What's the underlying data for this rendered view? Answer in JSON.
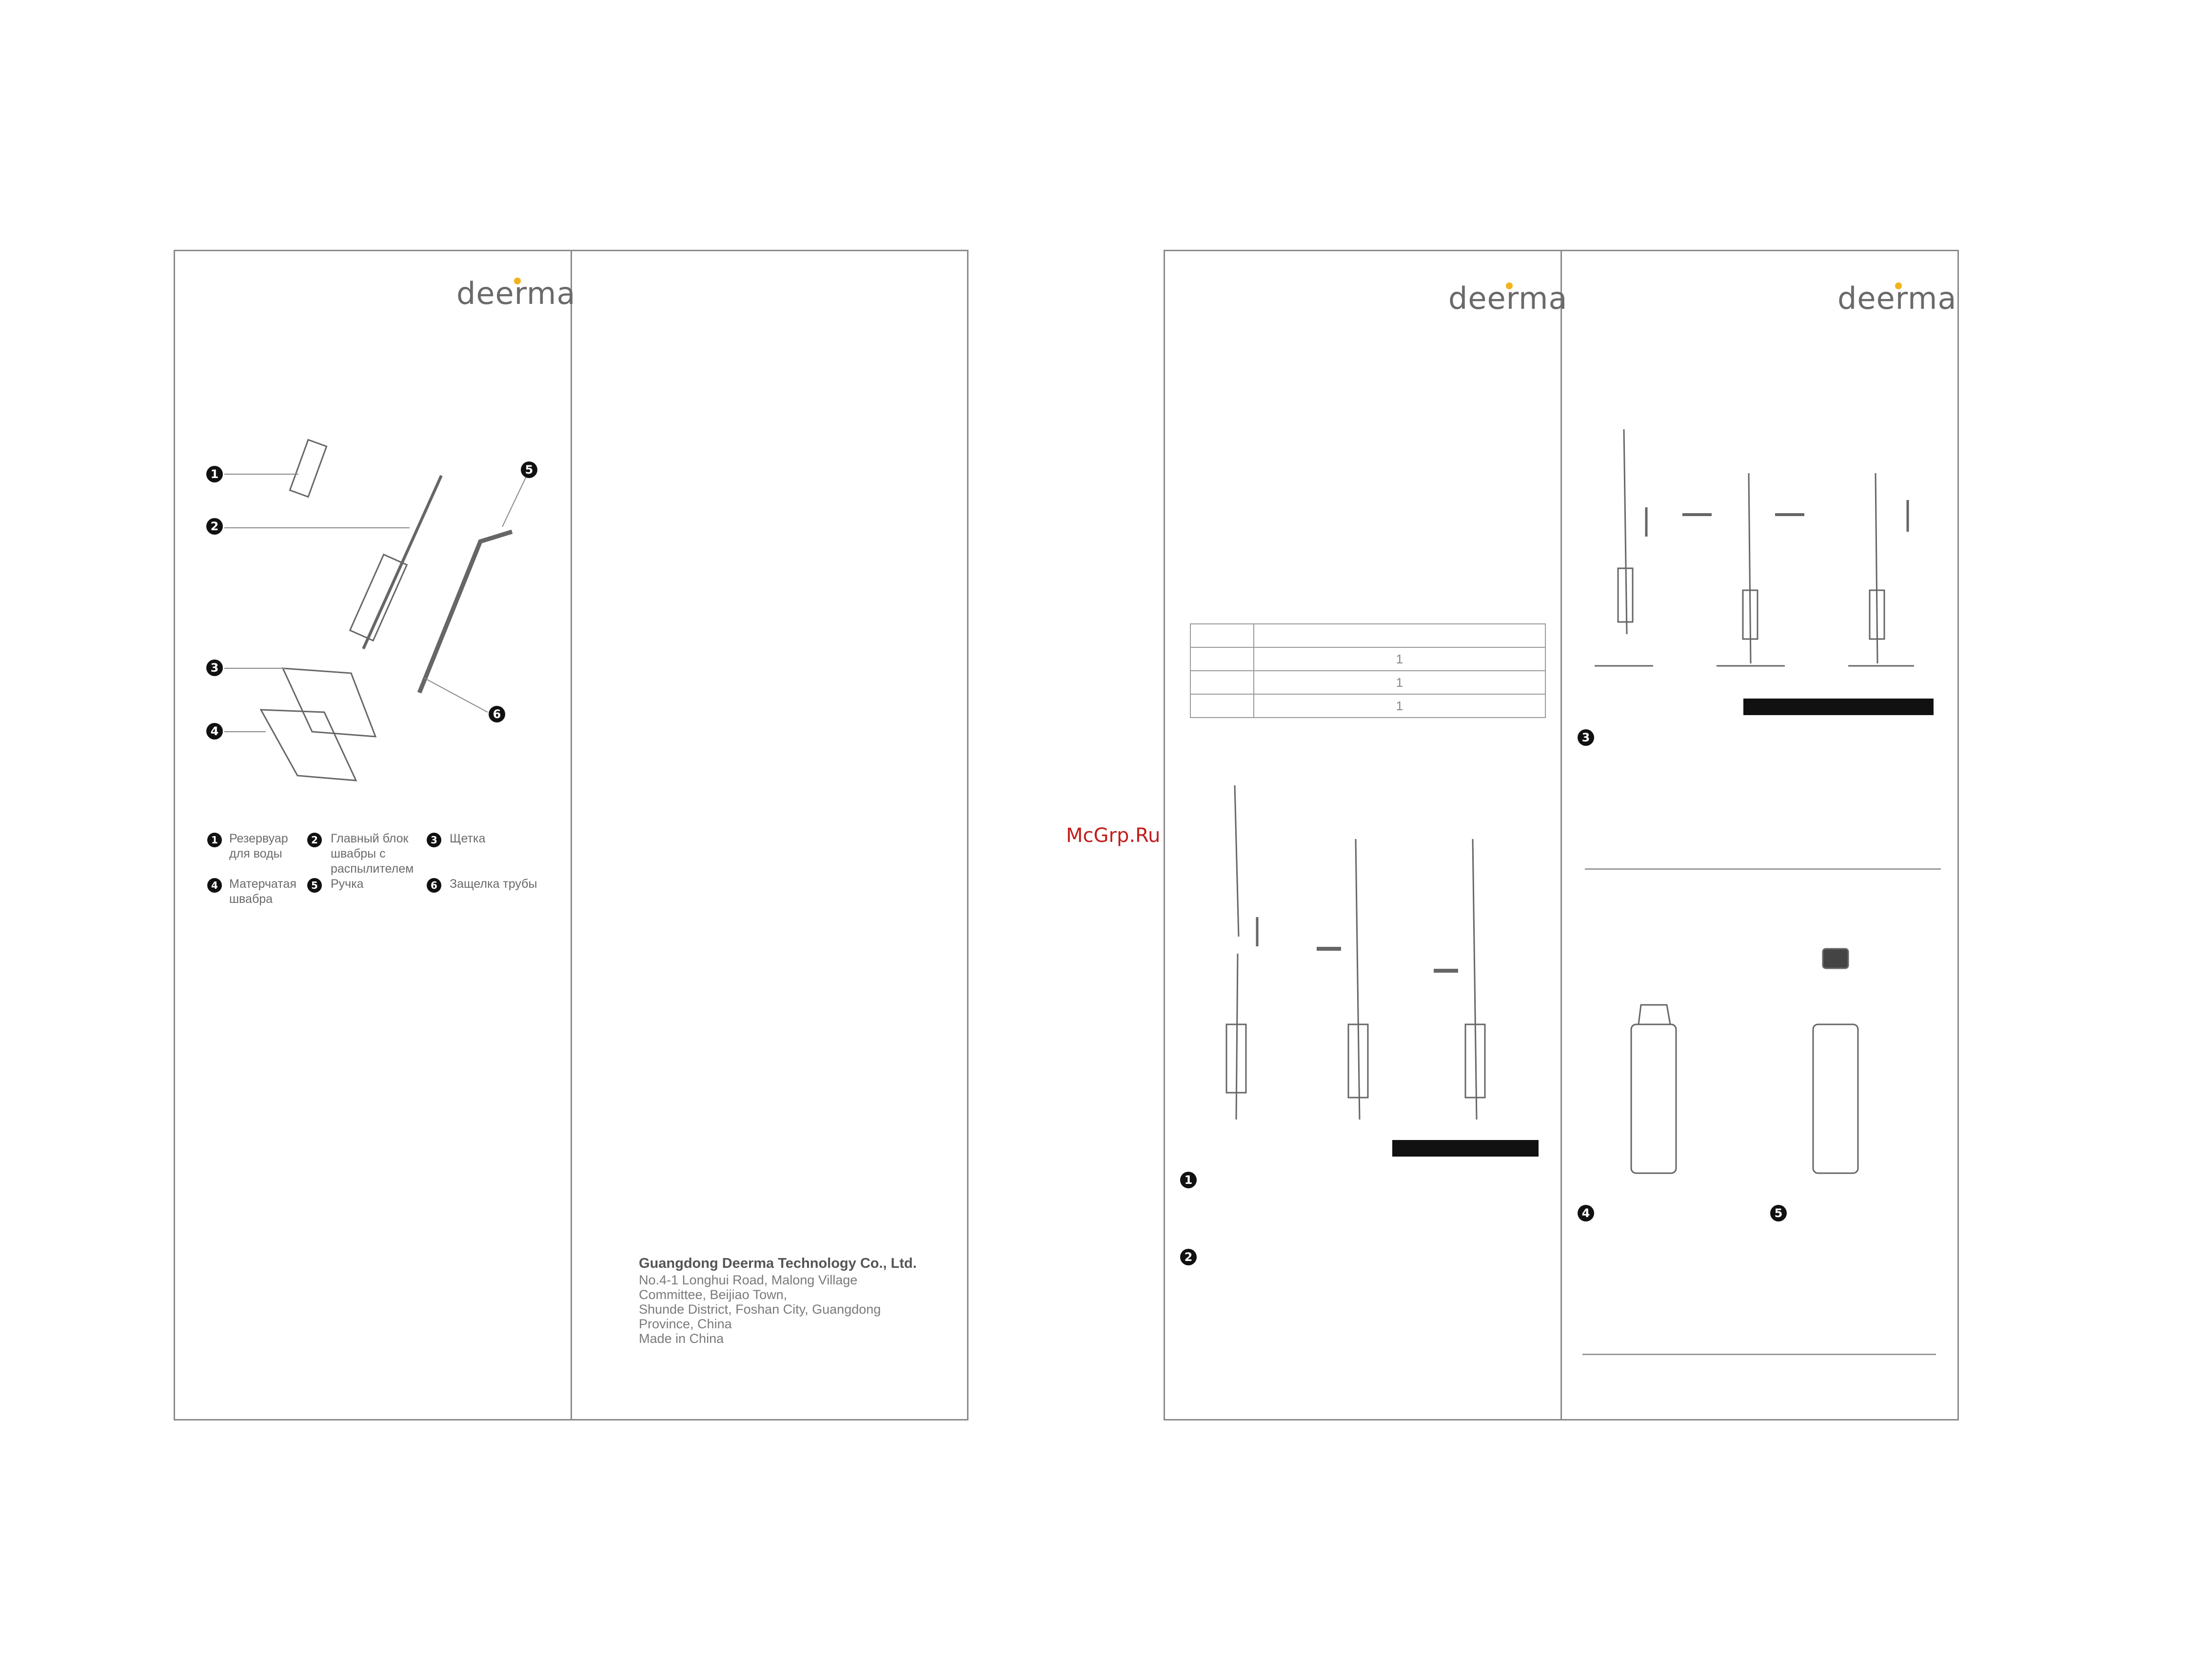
{
  "brand": "deerma",
  "watermark": "McGrp.Ru",
  "parts": [
    {
      "num": "1",
      "label": "Резервуар для воды"
    },
    {
      "num": "2",
      "label": "Главный блок швабры с распылителем"
    },
    {
      "num": "3",
      "label": "Щетка"
    },
    {
      "num": "4",
      "label": "Матерчатая швабра"
    },
    {
      "num": "5",
      "label": "Ручка"
    },
    {
      "num": "6",
      "label": "Защелка трубы"
    }
  ],
  "company": {
    "name": "Guangdong Deerma Technology Co., Ltd.",
    "address_lines": [
      "No.4-1 Longhui Road, Malong Village",
      "Committee, Beijiao Town,",
      "Shunde District, Foshan City, Guangdong",
      "Province, China",
      "Made in China"
    ]
  },
  "package_table": {
    "rows": [
      [
        "",
        ""
      ],
      [
        "",
        "1"
      ],
      [
        "",
        "1"
      ],
      [
        "",
        "1"
      ]
    ]
  },
  "step_numbers": [
    "1",
    "2",
    "3",
    "4",
    "5"
  ]
}
